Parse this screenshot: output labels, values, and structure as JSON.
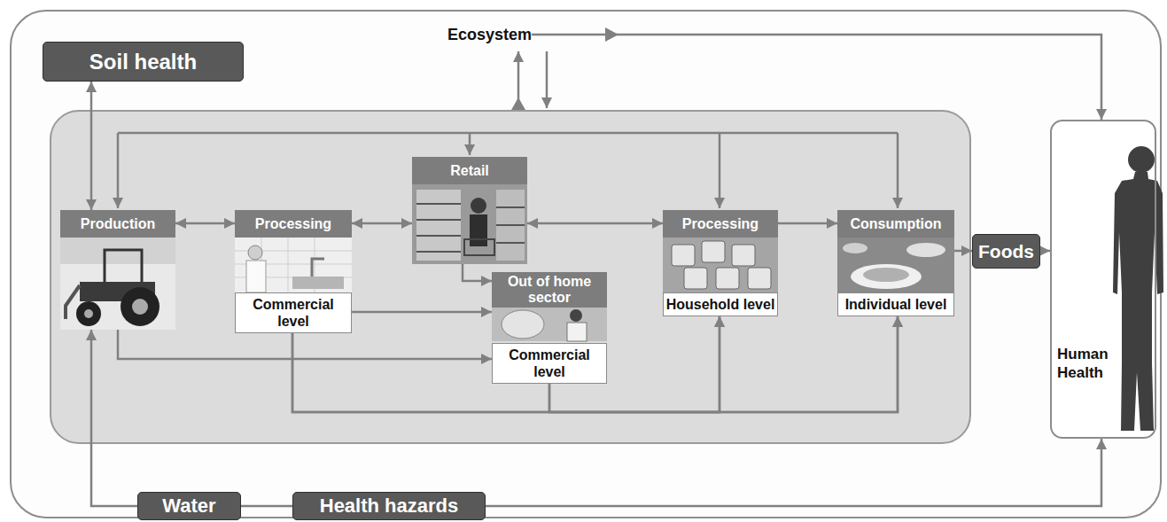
{
  "diagram": {
    "nodes": [
      {
        "text": [
          "Soil health"
        ]
      },
      {
        "text": [
          "Ecosystem"
        ]
      },
      {
        "text": [
          "Production"
        ]
      },
      {
        "text": [
          "Processing",
          "Commercial level"
        ]
      },
      {
        "text": [
          "Retail"
        ]
      },
      {
        "text": [
          "Out of home sector",
          "Commercial level"
        ]
      },
      {
        "text": [
          "Processing",
          "Household level"
        ]
      },
      {
        "text": [
          "Consumption",
          "Individual level"
        ]
      },
      {
        "text": [
          "Foods"
        ]
      },
      {
        "text": [
          "Human Health"
        ]
      },
      {
        "text": [
          "Water"
        ]
      },
      {
        "text": [
          "Health hazards"
        ]
      }
    ],
    "edges": [
      {
        "from": 0,
        "to": 2,
        "arrow": "both"
      },
      {
        "from": 1,
        "to": 9,
        "arrow": "to"
      },
      {
        "from": 2,
        "to": 3,
        "arrow": "both"
      },
      {
        "from": 3,
        "to": 4,
        "arrow": "both"
      },
      {
        "from": 4,
        "to": 6,
        "arrow": "both"
      },
      {
        "from": 6,
        "to": 7,
        "arrow": "to"
      },
      {
        "from": 7,
        "to": 8,
        "arrow": "to"
      },
      {
        "from": 8,
        "to": 9,
        "arrow": "to"
      },
      {
        "from": 4,
        "to": 5,
        "arrow": "to"
      },
      {
        "from": 3,
        "to": 5,
        "arrow": "to"
      },
      {
        "from": 2,
        "to": 5,
        "arrow": "to"
      },
      {
        "from": 3,
        "to": 6,
        "arrow": "to"
      },
      {
        "from": 3,
        "to": 7,
        "arrow": "to"
      },
      {
        "from": 5,
        "to": 6,
        "arrow": "to"
      },
      {
        "from": 5,
        "to": 7,
        "arrow": "to"
      },
      {
        "from": 10,
        "to": 2,
        "arrow": "to"
      },
      {
        "from": 10,
        "to": 11,
        "arrow": "none"
      },
      {
        "from": 11,
        "to": 9,
        "arrow": "to"
      }
    ]
  }
}
